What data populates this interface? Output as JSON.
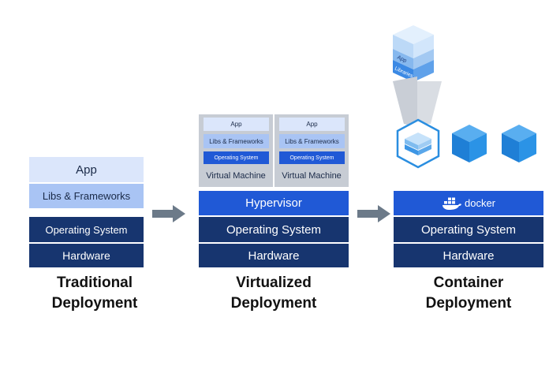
{
  "traditional": {
    "app": "App",
    "libs": "Libs & Frameworks",
    "os": "Operating System",
    "hardware": "Hardware",
    "caption_line1": "Traditional",
    "caption_line2": "Deployment"
  },
  "virtualized": {
    "vm1": {
      "app": "App",
      "libs": "Libs & Frameworks",
      "os": "Operating System",
      "label": "Virtual Machine"
    },
    "vm2": {
      "app": "App",
      "libs": "Libs & Frameworks",
      "os": "Operating System",
      "label": "Virtual Machine"
    },
    "hypervisor": "Hypervisor",
    "os": "Operating System",
    "hardware": "Hardware",
    "caption_line1": "Virtualized",
    "caption_line2": "Deployment"
  },
  "container": {
    "stack_layers": [
      "App",
      "Libraries"
    ],
    "docker": "docker",
    "os": "Operating System",
    "hardware": "Hardware",
    "caption_line1": "Container",
    "caption_line2": "Deployment"
  },
  "colors": {
    "navy": "#17356f",
    "blue": "#2059d6",
    "light_blue": "#a9c4f4",
    "pale_blue": "#dbe6fb",
    "vm_gray": "#c7ccd4",
    "arrow_gray": "#6c7a89",
    "cube_blue": "#2a8ee0"
  }
}
